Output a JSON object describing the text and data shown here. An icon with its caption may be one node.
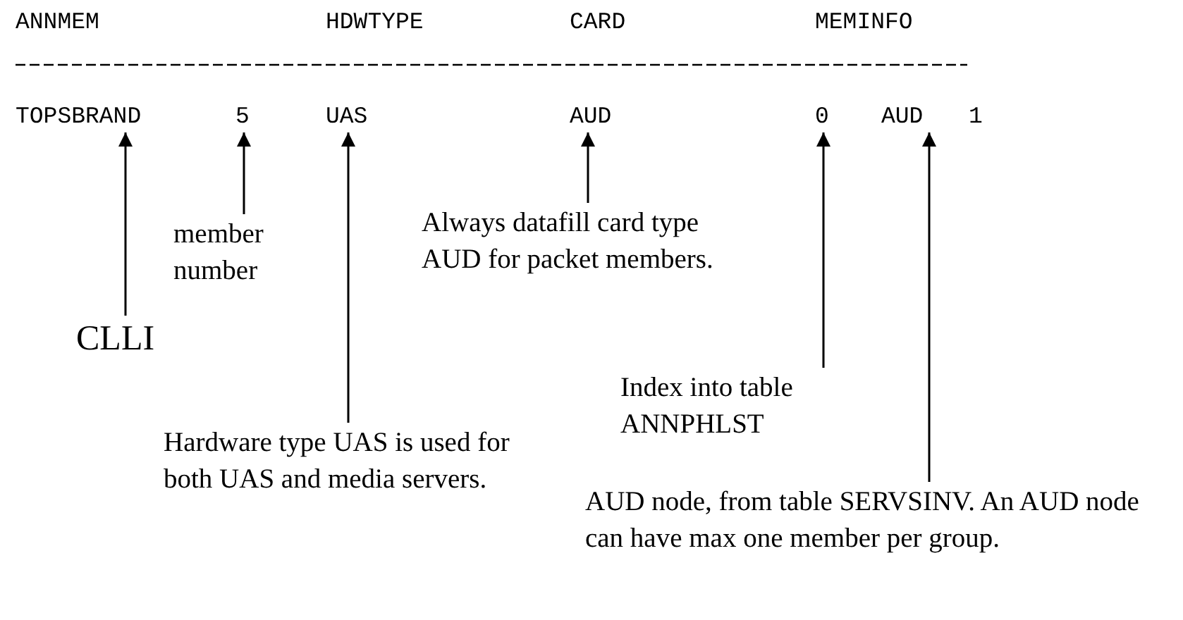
{
  "diagram": {
    "nodes": [
      {
        "text": [
          "TOPSBRAND"
        ]
      },
      {
        "text": [
          "5"
        ]
      },
      {
        "text": [
          "UAS"
        ]
      },
      {
        "text": [
          "AUD"
        ]
      },
      {
        "text": [
          "0"
        ]
      },
      {
        "text": [
          "AUD"
        ]
      },
      {
        "text": [
          "member number"
        ]
      },
      {
        "text": [
          "CLLI"
        ]
      },
      {
        "text": [
          "Always datafill card type AUD for packet members."
        ]
      },
      {
        "text": [
          "Index into table ANNPHLST"
        ]
      },
      {
        "text": [
          "Hardware type UAS is used for both UAS and media servers."
        ]
      },
      {
        "text": [
          "AUD node, from table SERVSINV. An AUD node can have max one member per group."
        ]
      }
    ],
    "edges": [
      {
        "from": 7,
        "to": 0,
        "arrow": "to"
      },
      {
        "from": 6,
        "to": 1,
        "arrow": "to"
      },
      {
        "from": 10,
        "to": 2,
        "arrow": "to"
      },
      {
        "from": 8,
        "to": 3,
        "arrow": "to"
      },
      {
        "from": 9,
        "to": 4,
        "arrow": "to"
      },
      {
        "from": 11,
        "to": 5,
        "arrow": "to"
      }
    ],
    "labels": [
      "ANNMEM",
      "HDWTYPE",
      "CARD",
      "MEMINFO",
      "1"
    ]
  }
}
